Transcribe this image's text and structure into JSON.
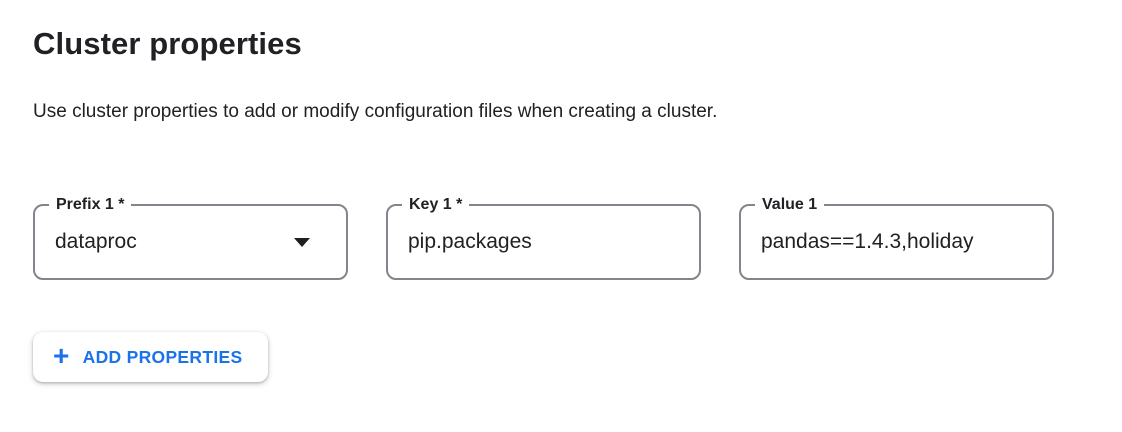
{
  "header": {
    "title": "Cluster properties",
    "description": "Use cluster properties to add or modify configuration files when creating a cluster."
  },
  "properties_row": {
    "prefix": {
      "label": "Prefix 1 *",
      "value": "dataproc"
    },
    "key": {
      "label": "Key 1 *",
      "value": "pip.packages"
    },
    "value": {
      "label": "Value 1",
      "value": "pandas==1.4.3,holiday"
    }
  },
  "buttons": {
    "add_properties": {
      "label": "ADD PROPERTIES"
    }
  },
  "icons": {
    "add_icon": "+",
    "dropdown_arrow_icon": "▼"
  },
  "colors": {
    "accent_blue": "#1a73e8",
    "field_border": "#80868b",
    "text_primary": "#202124",
    "background": "#ffffff"
  }
}
